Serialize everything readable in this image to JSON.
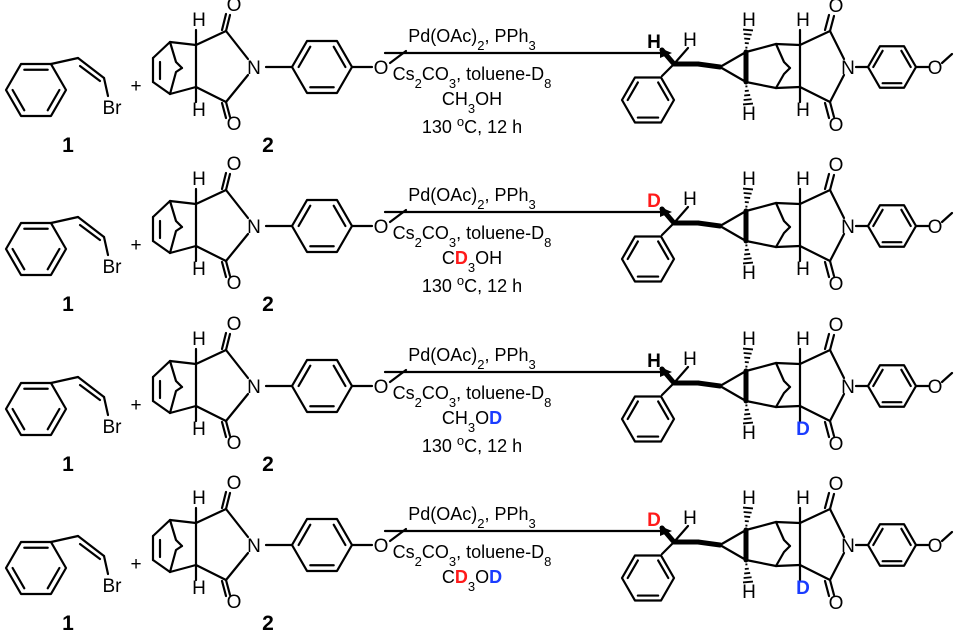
{
  "compound_labels": {
    "reactant_1": "1",
    "reactant_2": "2"
  },
  "atoms": {
    "bromine": "Br",
    "hydrogen": "H",
    "oxygen": "O",
    "nitrogen": "N",
    "deuterium": "D",
    "plus": "+"
  },
  "colors": {
    "deuterium_from_methyl": "#ff1a1a",
    "deuterium_from_hydroxyl": "#1a3cff"
  },
  "reactions": [
    {
      "catalyst": {
        "a": "Pd(OAc)",
        "a_sub": "2",
        "b": ", PPh",
        "b_sub": "3"
      },
      "base": {
        "a": "Cs",
        "a_sub": "2",
        "b": "CO",
        "b_sub": "3",
        "c": ", toluene-D",
        "c_sub": "8"
      },
      "alcohol": [
        {
          "t": "CH",
          "c": "k"
        },
        {
          "t": "3",
          "c": "k",
          "sub": true
        },
        {
          "t": "OH",
          "c": "k"
        }
      ],
      "temperature": {
        "a": "130 ",
        "sup": "o",
        "b": "C, 12 h"
      },
      "product": {
        "benzyl_h1": "H",
        "benzyl_h2": "H",
        "benzyl_h2_color": "k",
        "imide_h": "H",
        "imide_h_color": "k"
      }
    },
    {
      "catalyst": {
        "a": "Pd(OAc)",
        "a_sub": "2",
        "b": ", PPh",
        "b_sub": "3"
      },
      "base": {
        "a": "Cs",
        "a_sub": "2",
        "b": "CO",
        "b_sub": "3",
        "c": ", toluene-D",
        "c_sub": "8"
      },
      "alcohol": [
        {
          "t": "C",
          "c": "k"
        },
        {
          "t": "D",
          "c": "r"
        },
        {
          "t": "3",
          "c": "k",
          "sub": true
        },
        {
          "t": "OH",
          "c": "k"
        }
      ],
      "temperature": {
        "a": "130 ",
        "sup": "o",
        "b": "C, 12 h"
      },
      "product": {
        "benzyl_h1": "H",
        "benzyl_h2": "D",
        "benzyl_h2_color": "r",
        "imide_h": "H",
        "imide_h_color": "k"
      }
    },
    {
      "catalyst": {
        "a": "Pd(OAc)",
        "a_sub": "2",
        "b": ", PPh",
        "b_sub": "3"
      },
      "base": {
        "a": "Cs",
        "a_sub": "2",
        "b": "CO",
        "b_sub": "3",
        "c": ", toluene-D",
        "c_sub": "8"
      },
      "alcohol": [
        {
          "t": "CH",
          "c": "k"
        },
        {
          "t": "3",
          "c": "k",
          "sub": true
        },
        {
          "t": "O",
          "c": "k"
        },
        {
          "t": "D",
          "c": "b"
        }
      ],
      "temperature": {
        "a": "130 ",
        "sup": "o",
        "b": "C, 12 h"
      },
      "product": {
        "benzyl_h1": "H",
        "benzyl_h2": "H",
        "benzyl_h2_color": "k",
        "imide_h": "D",
        "imide_h_color": "b"
      }
    },
    {
      "catalyst": {
        "a": "Pd(OAc)",
        "a_sub": "2",
        "b": ", PPh",
        "b_sub": "3"
      },
      "base": {
        "a": "Cs",
        "a_sub": "2",
        "b": "CO",
        "b_sub": "3",
        "c": ", toluene-D",
        "c_sub": "8"
      },
      "alcohol": [
        {
          "t": "C",
          "c": "k"
        },
        {
          "t": "D",
          "c": "r"
        },
        {
          "t": "3",
          "c": "k",
          "sub": true
        },
        {
          "t": "O",
          "c": "k"
        },
        {
          "t": "D",
          "c": "b"
        }
      ],
      "temperature": null,
      "product": {
        "benzyl_h1": "H",
        "benzyl_h2": "D",
        "benzyl_h2_color": "r",
        "imide_h": "D",
        "imide_h_color": "b"
      }
    }
  ]
}
